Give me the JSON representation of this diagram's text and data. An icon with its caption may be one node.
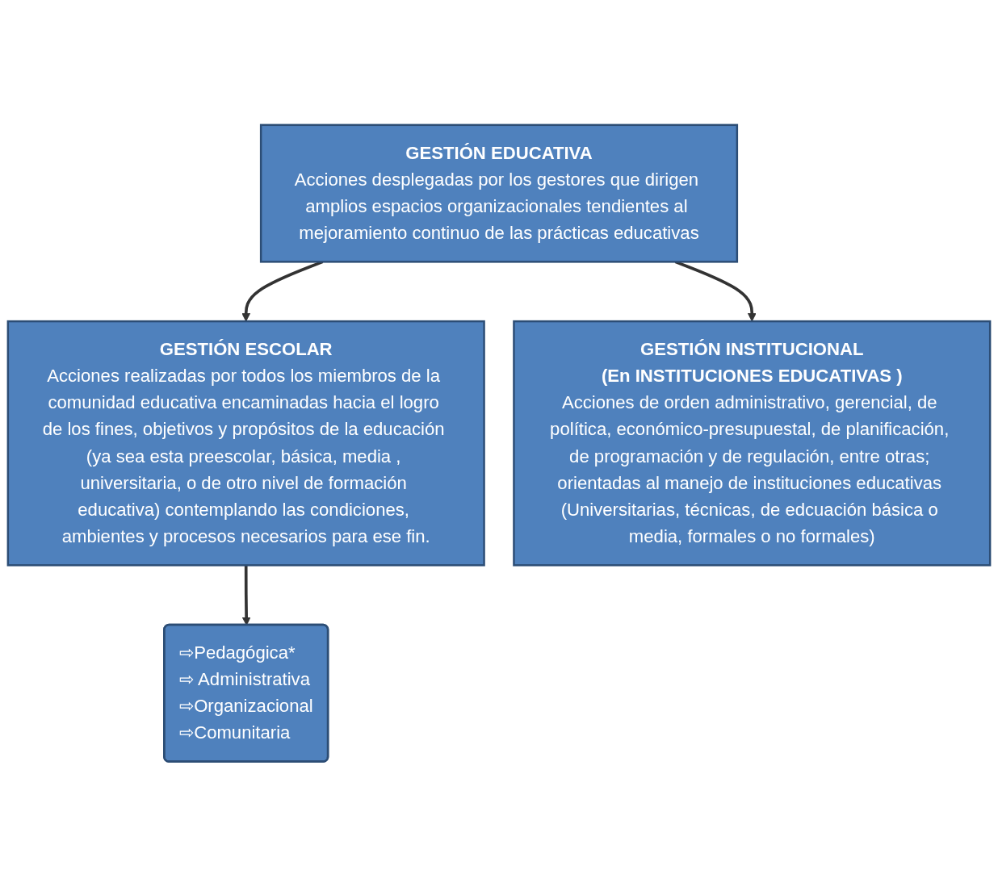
{
  "diagram": {
    "nodes": [
      {
        "text": [
          "GESTIÓN EDUCATIVA",
          "Acciones desplegadas por los gestores que dirigen amplios espacios organizacionales tendientes al mejoramiento continuo de las prácticas educativas"
        ]
      },
      {
        "text": [
          "GESTIÓN ESCOLAR",
          "Acciones realizadas por todos los miembros de la comunidad educativa encaminadas hacia el logro de los fines, objetivos y propósitos de la educación (ya sea esta preescolar, básica, media , universitaria, o de otro nivel de formación educativa) contemplando las condiciones, ambientes y procesos necesarios para ese fin."
        ]
      },
      {
        "text": [
          "GESTIÓN INSTITUCIONAL",
          "(En INSTITUCIONES EDUCATIVAS )",
          "Acciones de orden administrativo, gerencial, de política, económico-presupuestal, de planificación, de programación y de regulación, entre otras; orientadas al manejo de instituciones educativas (Universitarias, técnicas, de edcuación básica o media, formales o no formales)"
        ]
      },
      {
        "text": [
          "⇨Pedagógica*",
          "⇨ Administrativa",
          "⇨Organizacional",
          "⇨Comunitaria"
        ]
      }
    ],
    "edges": [
      {
        "from": 0,
        "to": 1,
        "arrow": "to"
      },
      {
        "from": 0,
        "to": 2,
        "arrow": "to"
      },
      {
        "from": 1,
        "to": 3,
        "arrow": "to"
      }
    ]
  }
}
